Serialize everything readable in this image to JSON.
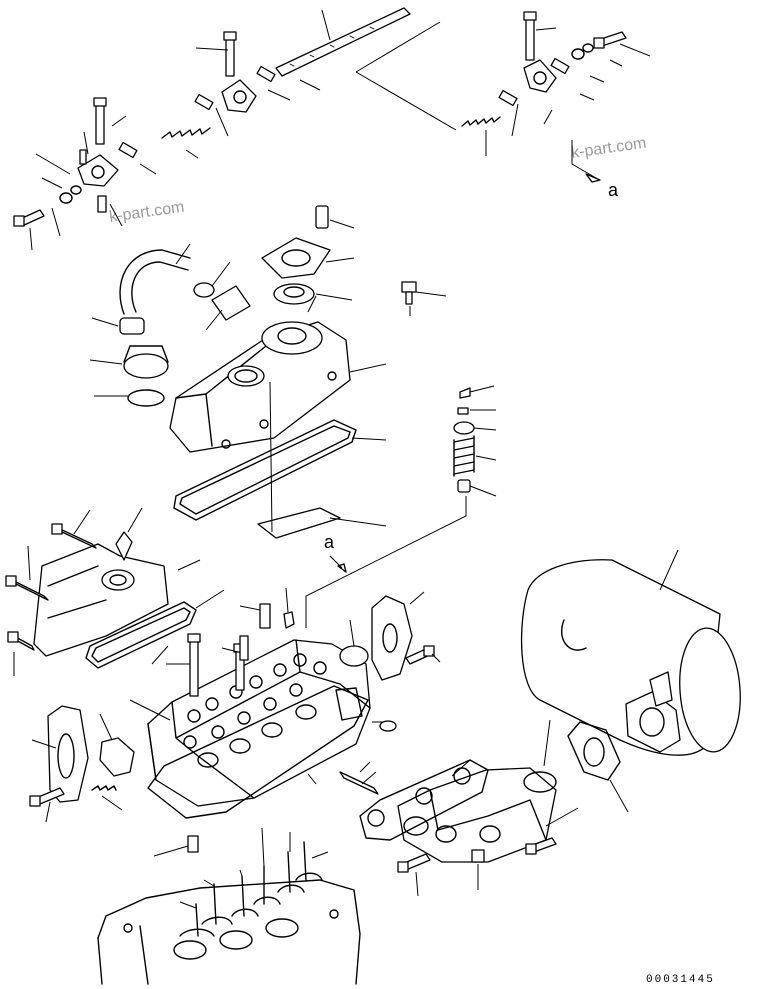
{
  "diagram": {
    "callout_marker": "a",
    "watermark": "k-part.com",
    "drawing_code": "00031445"
  }
}
